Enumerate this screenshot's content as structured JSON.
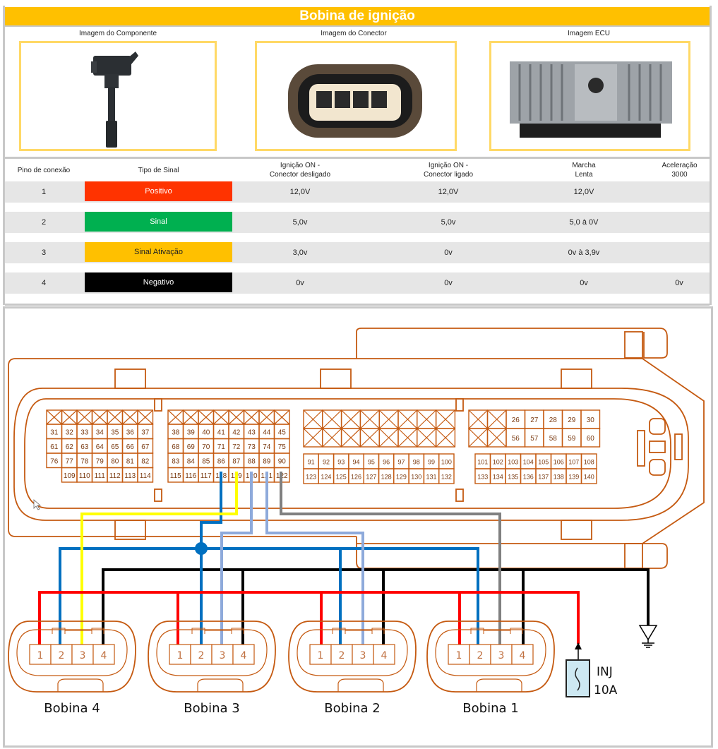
{
  "title": "Bobina de ignição",
  "images": {
    "component_caption": "Imagem do Componente",
    "connector_caption": "Imagem do Conector",
    "ecu_caption": "Imagem ECU"
  },
  "table": {
    "headers": {
      "pin": "Pino de conexão",
      "signal_type": "Tipo de Sinal",
      "ign_off_l1": "Ignição ON -",
      "ign_off_l2": "Conector desligado",
      "ign_on_l1": "Ignição ON -",
      "ign_on_l2": "Conector ligado",
      "idle_l1": "Marcha",
      "idle_l2": "Lenta",
      "accel_l1": "Aceleração",
      "accel_l2": "3000"
    },
    "rows": [
      {
        "pin": "1",
        "signal": "Positivo",
        "color": "#ff3300",
        "text_color": "#ffffff",
        "ign_off": "12,0V",
        "ign_on": "12,0V",
        "idle": "12,0V",
        "accel": ""
      },
      {
        "pin": "2",
        "signal": "Sinal",
        "color": "#00b050",
        "text_color": "#ffffff",
        "ign_off": "5,0v",
        "ign_on": "5,0v",
        "idle": "5,0 à 0V",
        "accel": ""
      },
      {
        "pin": "3",
        "signal": "Sinal Ativação",
        "color": "#ffc000",
        "text_color": "#222222",
        "ign_off": "3,0v",
        "ign_on": "0v",
        "idle": "0v à 3,9v",
        "accel": ""
      },
      {
        "pin": "4",
        "signal": "Negativo",
        "color": "#000000",
        "text_color": "#ffffff",
        "ign_off": "0v",
        "ign_on": "0v",
        "idle": "0v",
        "accel": "0v"
      }
    ]
  },
  "diagram": {
    "ecu_pins": {
      "block1": {
        "rows": [
          [
            "31",
            "32",
            "33",
            "34",
            "35",
            "36",
            "37"
          ],
          [
            "61",
            "62",
            "63",
            "64",
            "65",
            "66",
            "67"
          ],
          [
            "76",
            "77",
            "78",
            "79",
            "80",
            "81",
            "82"
          ],
          [
            "",
            "109",
            "110",
            "111",
            "112",
            "113",
            "114"
          ]
        ]
      },
      "block2": {
        "rows": [
          [
            "38",
            "39",
            "40",
            "41",
            "42",
            "43",
            "44",
            "45"
          ],
          [
            "68",
            "69",
            "70",
            "71",
            "72",
            "73",
            "74",
            "75"
          ],
          [
            "83",
            "84",
            "85",
            "86",
            "87",
            "88",
            "89",
            "90"
          ],
          [
            "115",
            "116",
            "117",
            "118",
            "119",
            "120",
            "121",
            "122"
          ]
        ]
      },
      "block3": {
        "rows": [
          [
            "91",
            "92",
            "93",
            "94",
            "95",
            "96",
            "97",
            "98",
            "99",
            "100"
          ],
          [
            "123",
            "124",
            "125",
            "126",
            "127",
            "128",
            "129",
            "130",
            "131",
            "132"
          ]
        ]
      },
      "block4_top": {
        "rows": [
          [
            "26",
            "27",
            "28",
            "29",
            "30"
          ],
          [
            "56",
            "57",
            "58",
            "59",
            "60"
          ]
        ]
      },
      "block4_bottom": {
        "rows": [
          [
            "101",
            "102",
            "103",
            "104",
            "105",
            "106",
            "107",
            "108"
          ],
          [
            "133",
            "134",
            "135",
            "136",
            "137",
            "138",
            "139",
            "140"
          ]
        ]
      }
    },
    "coils": [
      {
        "label": "Bobina 4",
        "pins": [
          "1",
          "2",
          "3",
          "4"
        ]
      },
      {
        "label": "Bobina 3",
        "pins": [
          "1",
          "2",
          "3",
          "4"
        ]
      },
      {
        "label": "Bobina 2",
        "pins": [
          "1",
          "2",
          "3",
          "4"
        ]
      },
      {
        "label": "Bobina 1",
        "pins": [
          "1",
          "2",
          "3",
          "4"
        ]
      }
    ],
    "fuse": {
      "name": "INJ",
      "rating": "10A"
    },
    "wire_colors": {
      "positive": "#ff0000",
      "signal": "#0070c0",
      "activation_coil4": "#ffff00",
      "activation_coil3_2": "#8eaadb",
      "activation_coil1": "#808080",
      "ground": "#000000",
      "outline": "#c55a11"
    }
  }
}
